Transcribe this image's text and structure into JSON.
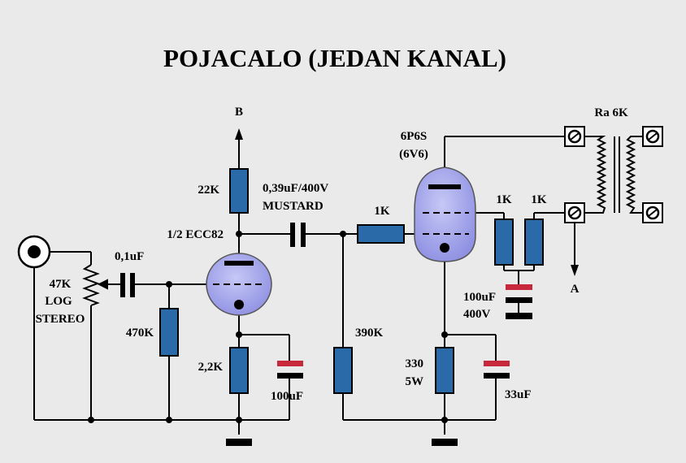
{
  "title": "POJACALO (JEDAN KANAL)",
  "colors": {
    "background": "#eaeaea",
    "component_fill": "#2b6aa8",
    "tube_fill": "#9a9ce8",
    "capacitor_red": "#c8283c",
    "wire": "#000000"
  },
  "labels": {
    "supply_b": "B",
    "r_plate": "22K",
    "coupling_cap": "0,39uF/400V",
    "coupling_cap_type": "MUSTARD",
    "tube1": "1/2 ECC82",
    "input_cap": "0,1uF",
    "pot_value": "47K",
    "pot_type1": "LOG",
    "pot_type2": "STEREO",
    "r_grid1": "470K",
    "r_cathode1": "2,2K",
    "c_cathode1": "100uF",
    "r_grid_stop": "1K",
    "r_grid2": "390K",
    "tube2": "6P6S",
    "tube2_alt": "(6V6)",
    "r_cathode2": "330",
    "r_cathode2_power": "5W",
    "c_cathode2": "33uF",
    "r_screen1": "1K",
    "r_screen2": "1K",
    "c_screen": "100uF",
    "c_screen_voltage": "400V",
    "supply_a": "A",
    "transformer": "Ra 6K"
  },
  "icons": {
    "input_jack": "rca-jack-icon",
    "terminal": "screw-terminal-icon",
    "ground": "ground-icon",
    "arrow": "arrow-icon"
  }
}
